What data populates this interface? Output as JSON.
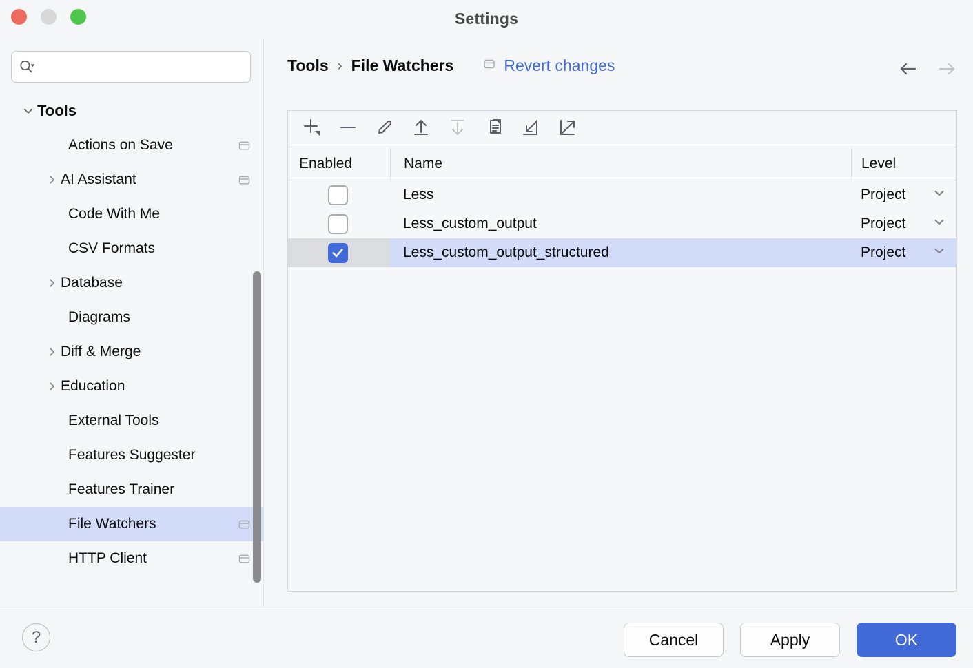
{
  "window": {
    "title": "Settings",
    "traffic_lights": [
      "close",
      "minimize",
      "zoom"
    ]
  },
  "sidebar": {
    "search": {
      "value": "",
      "placeholder": ""
    },
    "tree": [
      {
        "label": "Tools",
        "level": "group",
        "twisty": "down",
        "scope_icon": false,
        "selected": false
      },
      {
        "label": "Actions on Save",
        "level": "child",
        "twisty": "none",
        "scope_icon": true,
        "selected": false
      },
      {
        "label": "AI Assistant",
        "level": "child",
        "twisty": "right",
        "scope_icon": true,
        "selected": false
      },
      {
        "label": "Code With Me",
        "level": "child",
        "twisty": "none",
        "scope_icon": false,
        "selected": false
      },
      {
        "label": "CSV Formats",
        "level": "child",
        "twisty": "none",
        "scope_icon": false,
        "selected": false
      },
      {
        "label": "Database",
        "level": "child",
        "twisty": "right",
        "scope_icon": false,
        "selected": false
      },
      {
        "label": "Diagrams",
        "level": "child",
        "twisty": "none",
        "scope_icon": false,
        "selected": false
      },
      {
        "label": "Diff & Merge",
        "level": "child",
        "twisty": "right",
        "scope_icon": false,
        "selected": false
      },
      {
        "label": "Education",
        "level": "child",
        "twisty": "right",
        "scope_icon": false,
        "selected": false
      },
      {
        "label": "External Tools",
        "level": "child",
        "twisty": "none",
        "scope_icon": false,
        "selected": false
      },
      {
        "label": "Features Suggester",
        "level": "child",
        "twisty": "none",
        "scope_icon": false,
        "selected": false
      },
      {
        "label": "Features Trainer",
        "level": "child",
        "twisty": "none",
        "scope_icon": false,
        "selected": false
      },
      {
        "label": "File Watchers",
        "level": "child",
        "twisty": "none",
        "scope_icon": true,
        "selected": true
      },
      {
        "label": "HTTP Client",
        "level": "child",
        "twisty": "none",
        "scope_icon": true,
        "selected": false
      }
    ]
  },
  "header": {
    "breadcrumb": [
      "Tools",
      "File Watchers"
    ],
    "separator": "›",
    "revert_label": "Revert changes",
    "back_enabled": true,
    "forward_enabled": false
  },
  "toolbar": {
    "buttons": [
      {
        "name": "add-button",
        "icon": "plus-dropdown-icon",
        "enabled": true
      },
      {
        "name": "remove-button",
        "icon": "minus-icon",
        "enabled": true
      },
      {
        "name": "edit-button",
        "icon": "pencil-icon",
        "enabled": true
      },
      {
        "name": "move-up-button",
        "icon": "arrow-up-bar-icon",
        "enabled": true
      },
      {
        "name": "move-down-button",
        "icon": "arrow-down-bar-icon",
        "enabled": false
      },
      {
        "name": "copy-button",
        "icon": "copy-icon",
        "enabled": true
      },
      {
        "name": "import-button",
        "icon": "import-arrow-icon",
        "enabled": true
      },
      {
        "name": "export-button",
        "icon": "export-arrow-icon",
        "enabled": true
      }
    ]
  },
  "table": {
    "columns": [
      "Enabled",
      "Name",
      "Level"
    ],
    "rows": [
      {
        "enabled": false,
        "name": "Less",
        "level": "Project",
        "selected": false
      },
      {
        "enabled": false,
        "name": "Less_custom_output",
        "level": "Project",
        "selected": false
      },
      {
        "enabled": true,
        "name": "Less_custom_output_structured",
        "level": "Project",
        "selected": true
      }
    ]
  },
  "footer": {
    "help_glyph": "?",
    "cancel_label": "Cancel",
    "apply_label": "Apply",
    "ok_label": "OK"
  },
  "colors": {
    "accent": "#4169d8",
    "selection": "#d2dcf8",
    "window_bg": "#f5f6f8",
    "panel_bg": "#f6f7f9",
    "link": "#4169d8"
  }
}
